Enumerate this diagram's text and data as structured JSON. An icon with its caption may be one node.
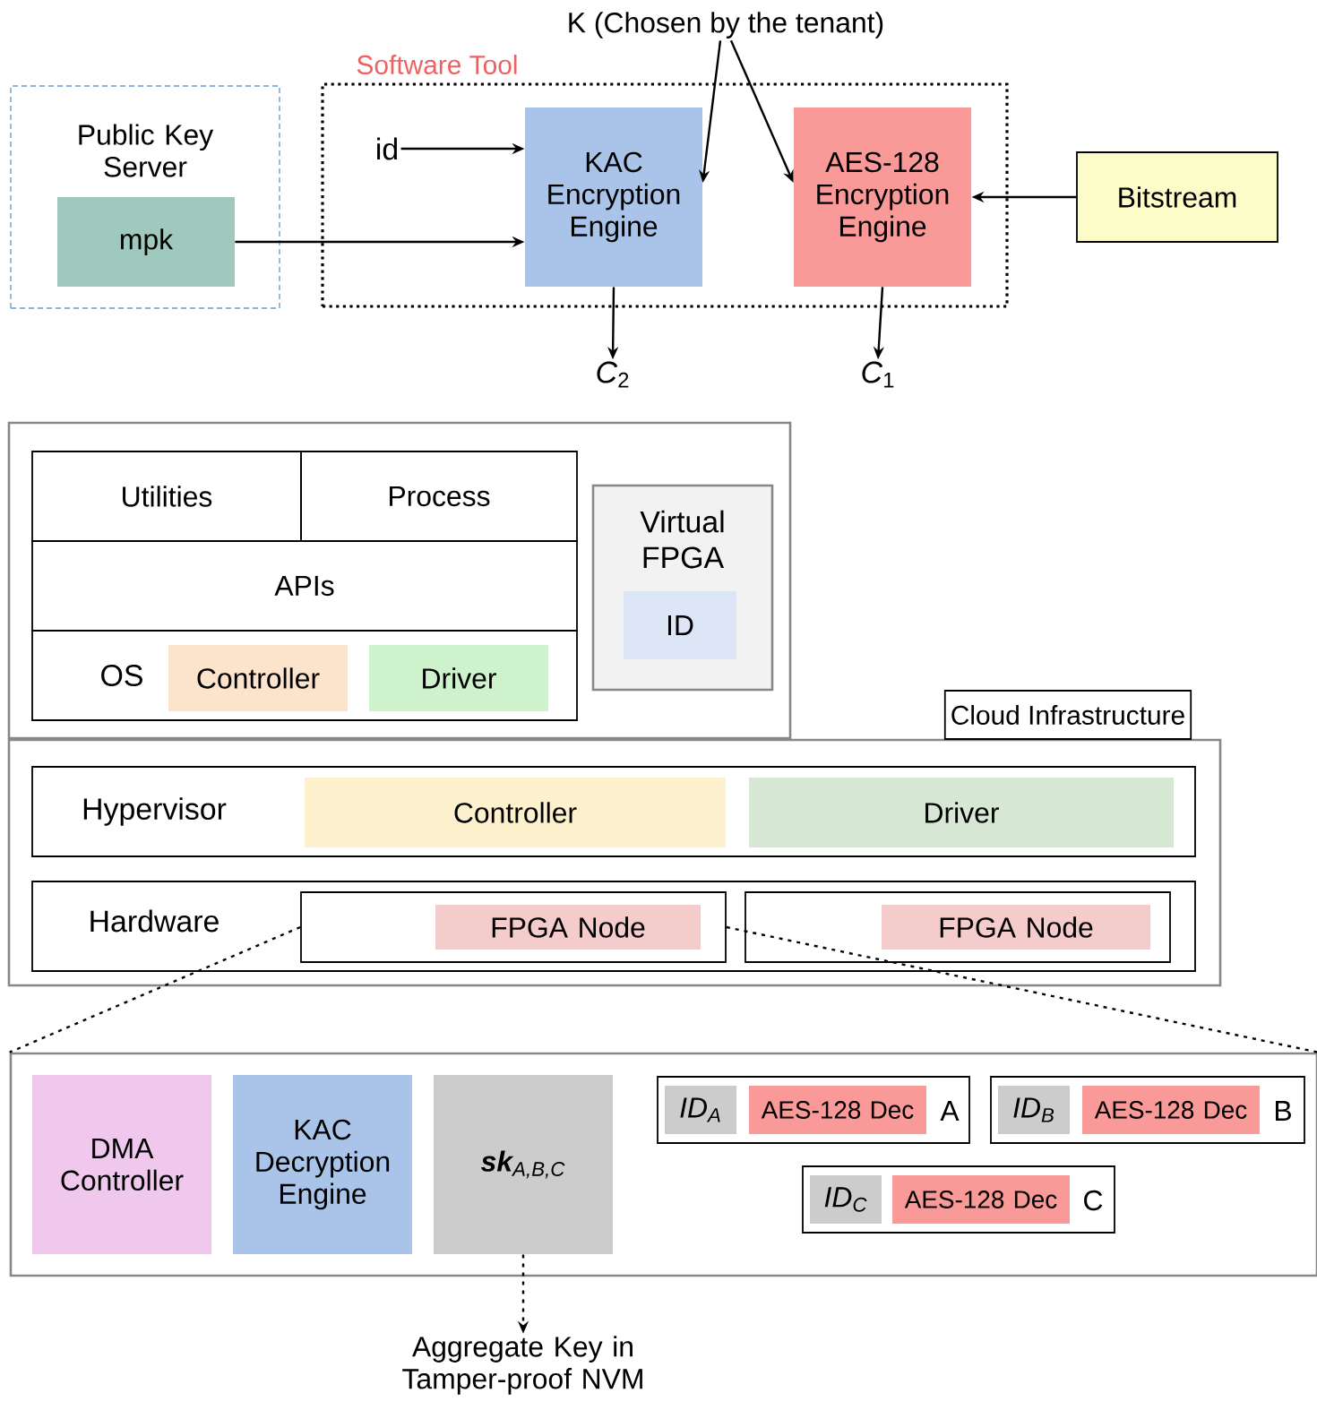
{
  "diagram": {
    "nodes": [
      {
        "text": [
          "Public Key Server"
        ]
      },
      {
        "text": [
          "mpk"
        ],
        "in": 0
      },
      {
        "text": [
          "Software Tool"
        ]
      },
      {
        "text": [
          "id"
        ],
        "in": 2
      },
      {
        "text": [
          "KAC Encryption Engine"
        ],
        "in": 2
      },
      {
        "text": [
          "AES-128 Encryption Engine"
        ],
        "in": 2
      },
      {
        "text": [
          "Bitstream"
        ]
      },
      {
        "text": [
          "K (Chosen by the tenant)"
        ]
      },
      {
        "text": [
          "*C*$_{2}$"
        ]
      },
      {
        "text": [
          "*C*$_{1}$"
        ]
      },
      {
        "text": [],
        "shape": "box"
      },
      {
        "text": [
          "Utilities"
        ],
        "in": 10
      },
      {
        "text": [
          "Process"
        ],
        "in": 10
      },
      {
        "text": [
          "APIs"
        ],
        "in": 10
      },
      {
        "text": [
          "OS"
        ],
        "in": 10
      },
      {
        "text": [
          "Controller"
        ],
        "in": 14
      },
      {
        "text": [
          "Driver"
        ],
        "in": 14
      },
      {
        "text": [
          "Virtual FPGA"
        ],
        "in": 10
      },
      {
        "text": [
          "ID"
        ],
        "in": 17
      },
      {
        "text": [
          "Cloud Infrastructure"
        ]
      },
      {
        "text": [
          "Hypervisor"
        ],
        "in": 19
      },
      {
        "text": [
          "Controller"
        ],
        "in": 20
      },
      {
        "text": [
          "Driver"
        ],
        "in": 20
      },
      {
        "text": [
          "Hardware"
        ],
        "in": 19
      },
      {
        "text": [],
        "shape": "box",
        "in": 23
      },
      {
        "text": [
          "FPGA Node"
        ],
        "in": 24
      },
      {
        "text": [],
        "shape": "box",
        "in": 23
      },
      {
        "text": [
          "FPGA Node"
        ],
        "in": 26
      },
      {
        "text": [],
        "shape": "box"
      },
      {
        "text": [
          "DMA Controller"
        ],
        "in": 28
      },
      {
        "text": [
          "KAC Decryption Engine"
        ],
        "in": 28
      },
      {
        "text": [
          "**sk**$_{A,B,C}$"
        ],
        "in": 28
      },
      {
        "text": [
          "A"
        ],
        "in": 28
      },
      {
        "text": [
          "ID$_{A}$"
        ],
        "in": 32
      },
      {
        "text": [
          "AES-128 Dec"
        ],
        "in": 32
      },
      {
        "text": [
          "B"
        ],
        "in": 28
      },
      {
        "text": [
          "ID$_{B}$"
        ],
        "in": 35
      },
      {
        "text": [
          "AES-128 Dec"
        ],
        "in": 35
      },
      {
        "text": [
          "C"
        ],
        "in": 28
      },
      {
        "text": [
          "ID$_{C}$"
        ],
        "in": 38
      },
      {
        "text": [
          "AES-128 Dec"
        ],
        "in": 38
      },
      {
        "text": [
          "Aggregate Key in Tamper-proof NVM"
        ]
      }
    ],
    "edges": [
      {
        "from": 3,
        "to": 4,
        "arrow": "to"
      },
      {
        "from": 1,
        "to": 4,
        "arrow": "to"
      },
      {
        "from": 7,
        "to": 4,
        "arrow": "to"
      },
      {
        "from": 7,
        "to": 5,
        "arrow": "to"
      },
      {
        "from": 6,
        "to": 5,
        "arrow": "to"
      },
      {
        "from": 4,
        "to": 8,
        "arrow": "to"
      },
      {
        "from": 5,
        "to": 9,
        "arrow": "to"
      },
      {
        "from": 24,
        "to": 28,
        "arrow": "none",
        "style": "dashed"
      },
      {
        "from": 24,
        "to": 28,
        "arrow": "none",
        "style": "dashed"
      },
      {
        "from": 31,
        "to": 41,
        "arrow": "to",
        "style": "dashed"
      }
    ]
  }
}
